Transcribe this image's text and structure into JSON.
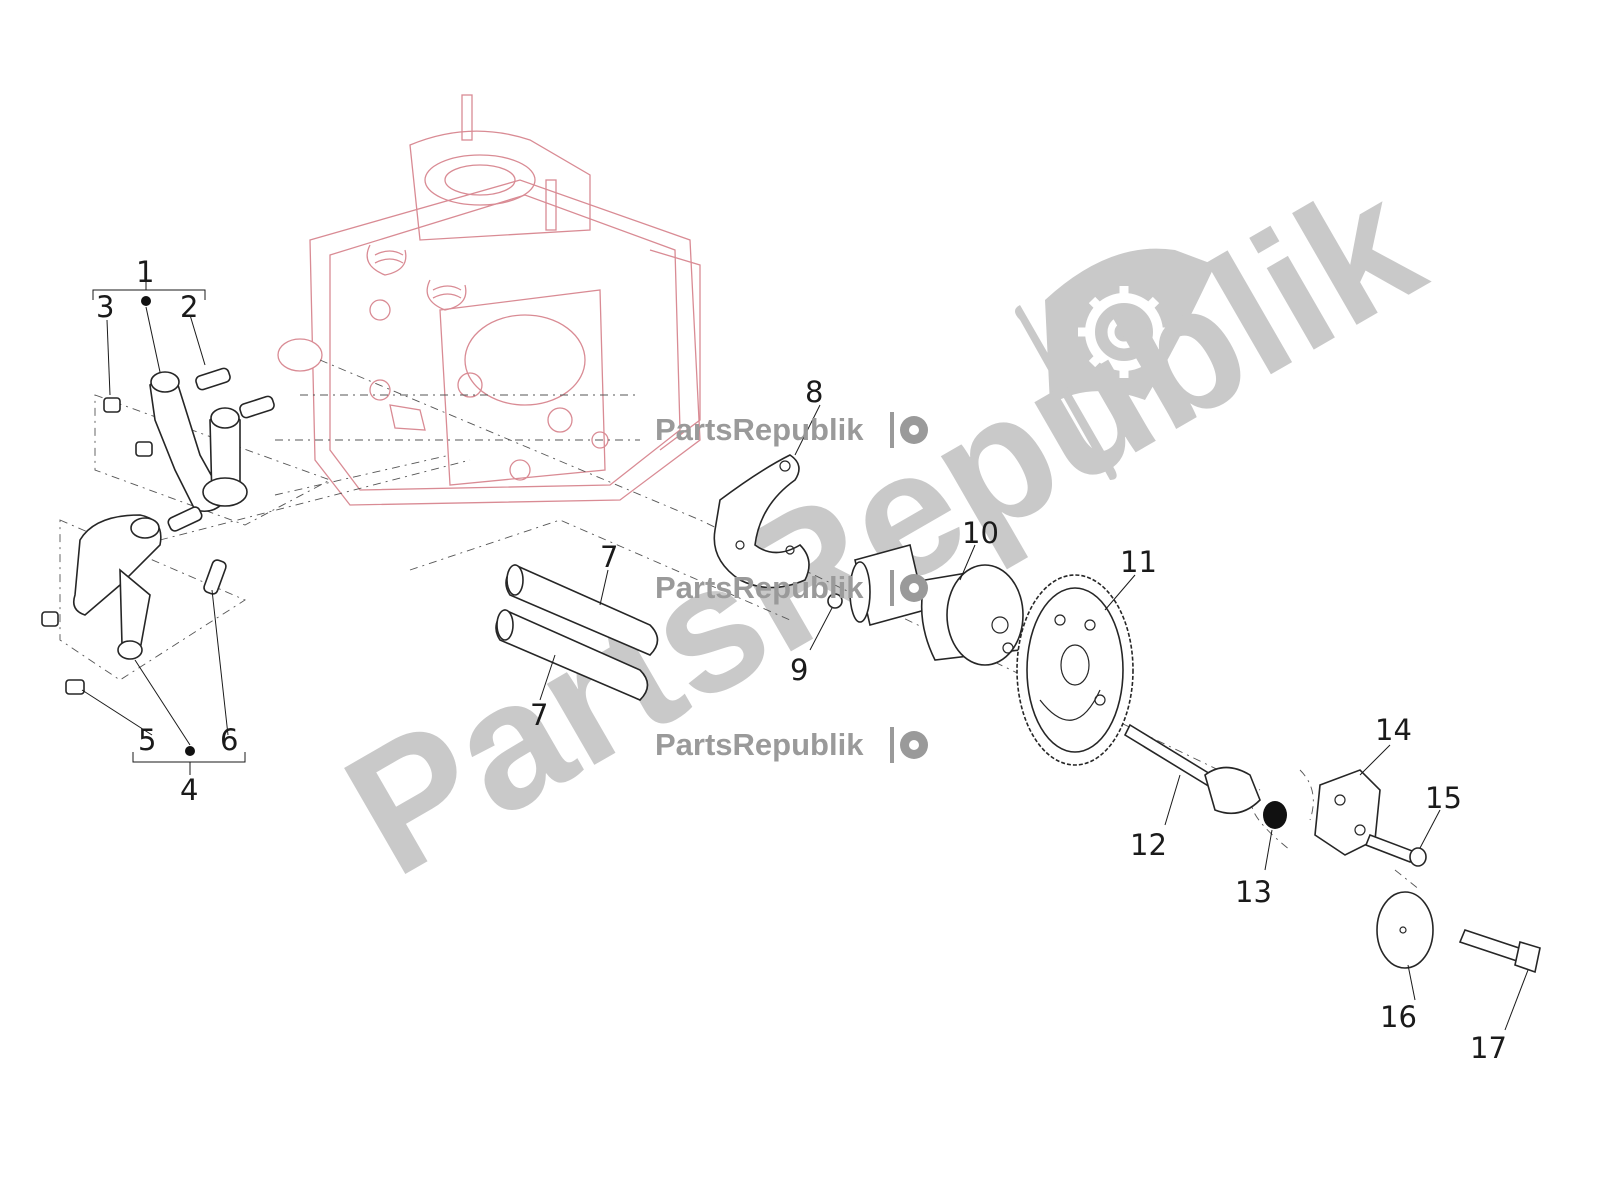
{
  "diagram": {
    "callouts": [
      "1",
      "2",
      "3",
      "4",
      "5",
      "6",
      "7",
      "7",
      "8",
      "9",
      "10",
      "11",
      "12",
      "13",
      "14",
      "15",
      "16",
      "17"
    ]
  },
  "watermark": {
    "small_text": "PartsRepublik",
    "big_text": "PartsRepublik",
    "logo_icon": "gear-flag-icon"
  }
}
